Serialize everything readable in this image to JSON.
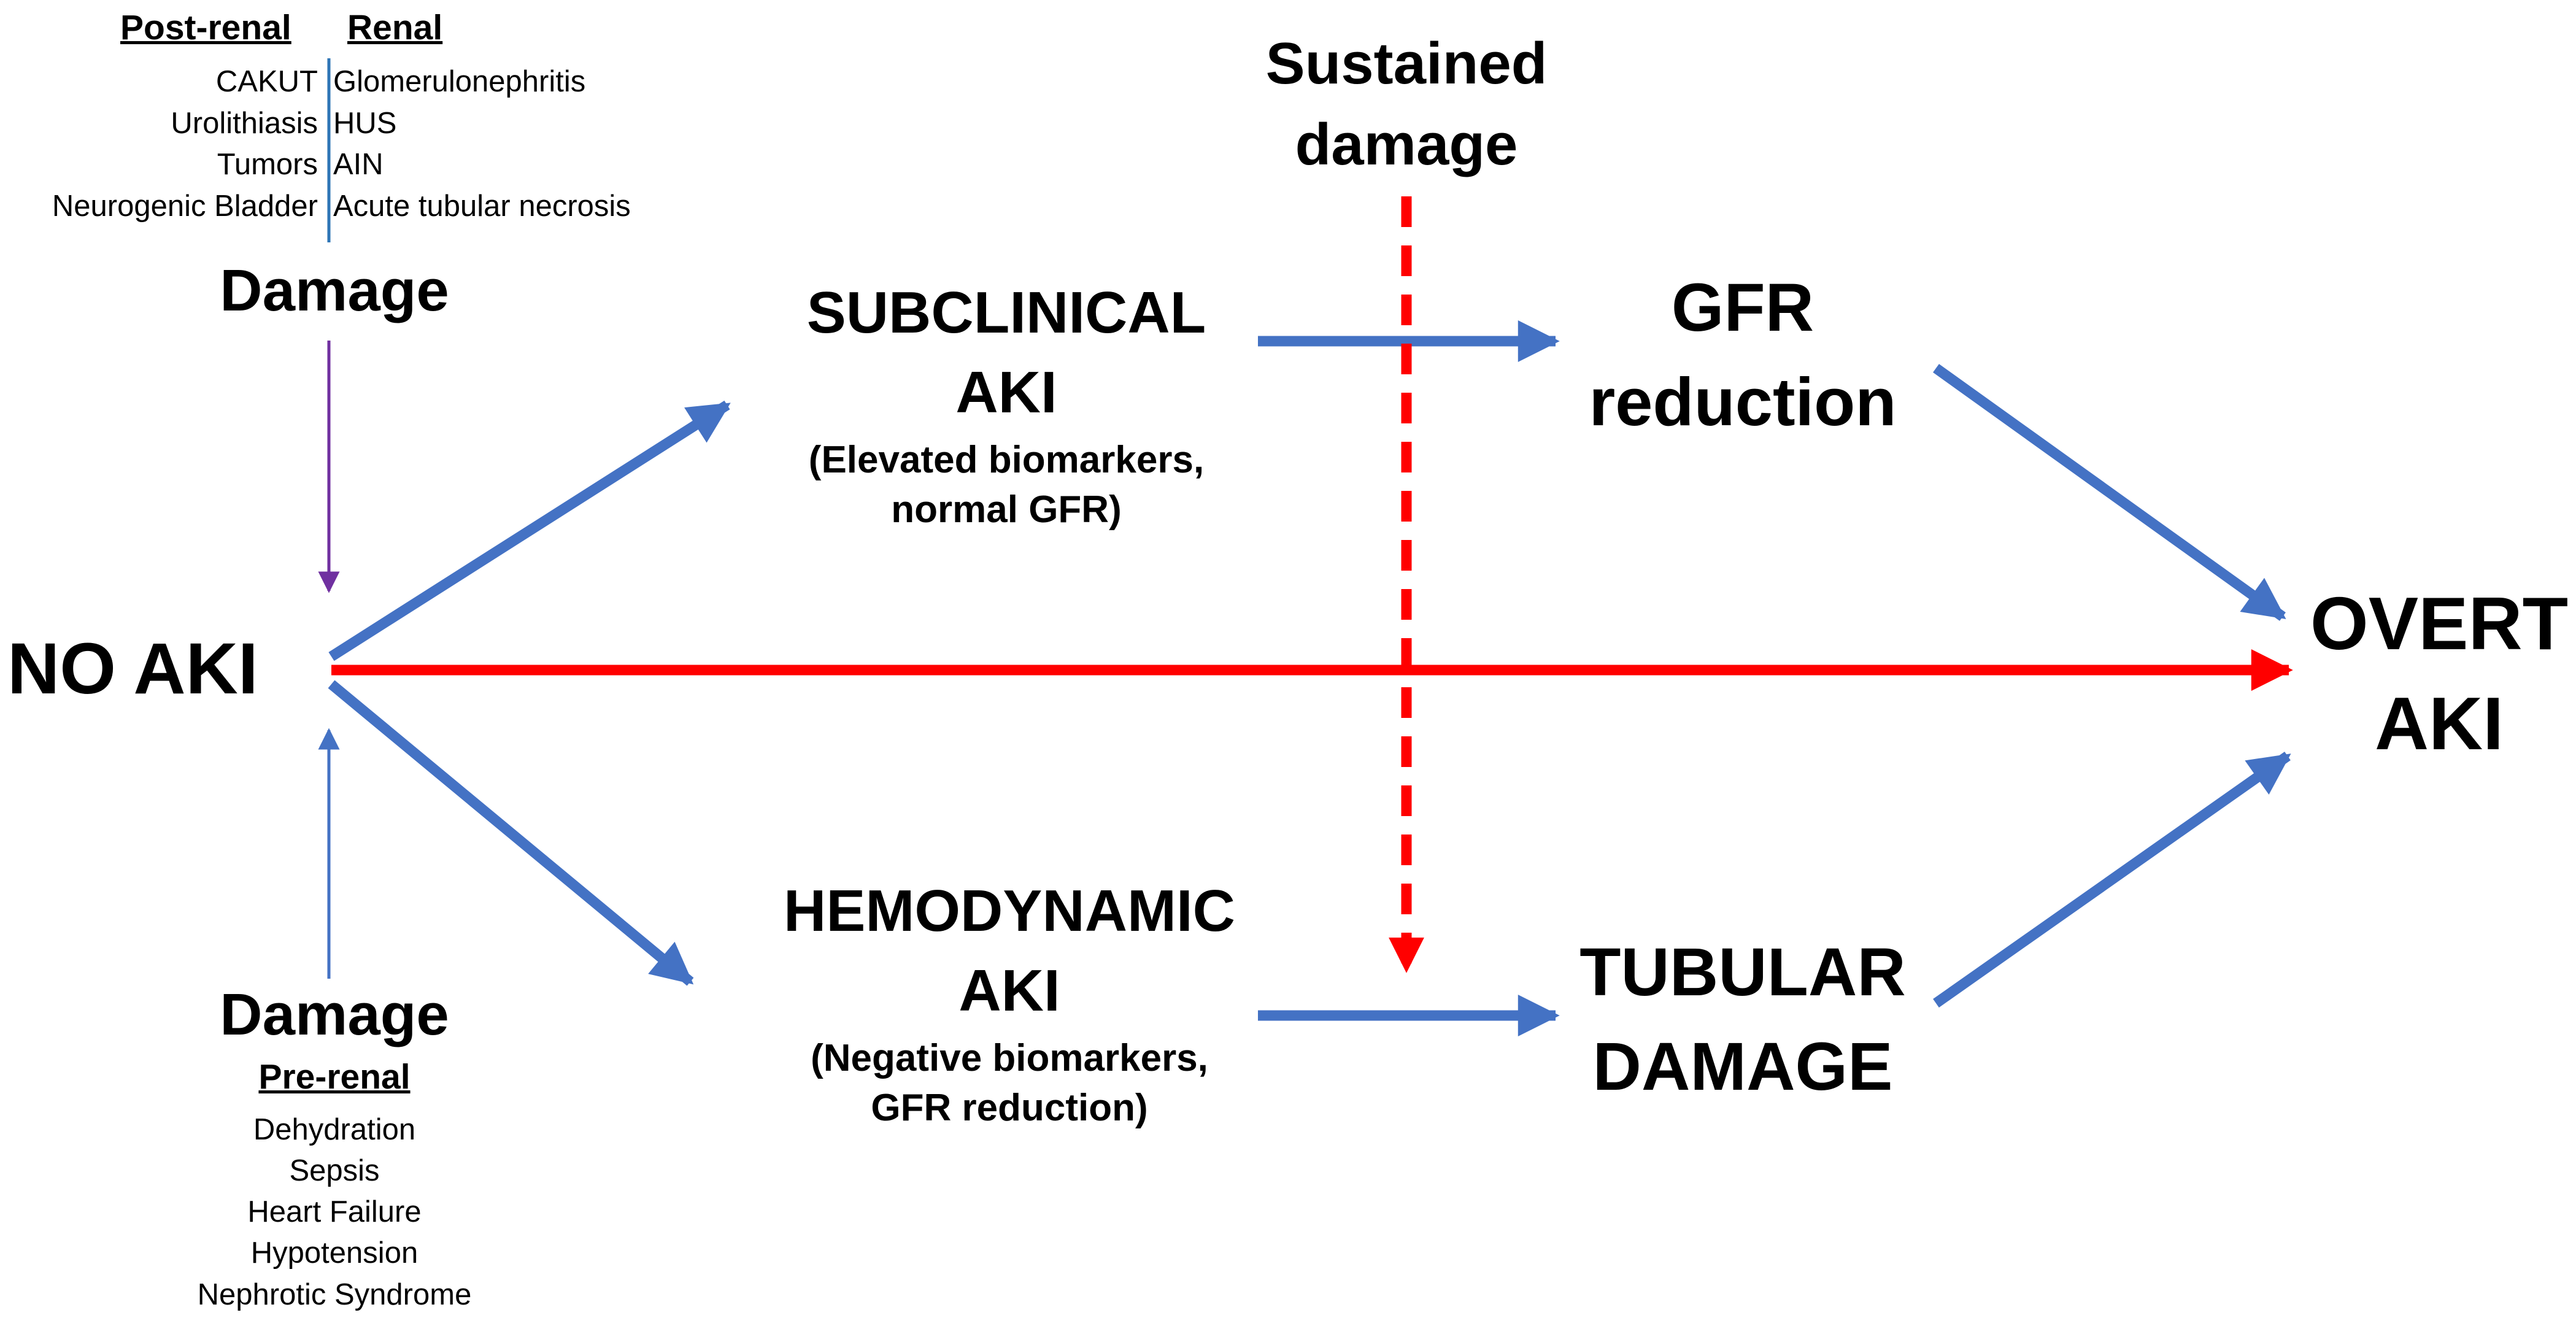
{
  "causes": {
    "post_renal": {
      "header": "Post-renal",
      "items": [
        "CAKUT",
        "Urolithiasis",
        "Tumors",
        "Neurogenic Bladder"
      ]
    },
    "renal": {
      "header": "Renal",
      "items": [
        "Glomerulonephritis",
        "HUS",
        "AIN",
        "Acute tubular necrosis"
      ]
    },
    "pre_renal": {
      "header": "Pre-renal",
      "items": [
        "Dehydration",
        "Sepsis",
        "Heart Failure",
        "Hypotension",
        "Nephrotic Syndrome"
      ]
    }
  },
  "labels": {
    "damage_top": "Damage",
    "damage_bottom": "Damage",
    "sustained_damage": [
      "Sustained",
      "damage"
    ]
  },
  "nodes": {
    "no_aki": "NO AKI",
    "subclinical": {
      "title": [
        "SUBCLINICAL",
        "AKI"
      ],
      "note": [
        "(Elevated biomarkers,",
        "normal GFR)"
      ]
    },
    "hemodynamic": {
      "title": [
        "HEMODYNAMIC",
        "AKI"
      ],
      "note": [
        "(Negative biomarkers,",
        "GFR reduction)"
      ]
    },
    "gfr_reduction": [
      "GFR",
      "reduction"
    ],
    "tubular_damage": [
      "TUBULAR",
      "DAMAGE"
    ],
    "overt_aki": [
      "OVERT",
      "AKI"
    ]
  },
  "colors": {
    "blue_arrow": "#4472c4",
    "red_arrow": "#ff0000",
    "purple_arrow": "#7030a0",
    "divider": "#2e75b6"
  }
}
